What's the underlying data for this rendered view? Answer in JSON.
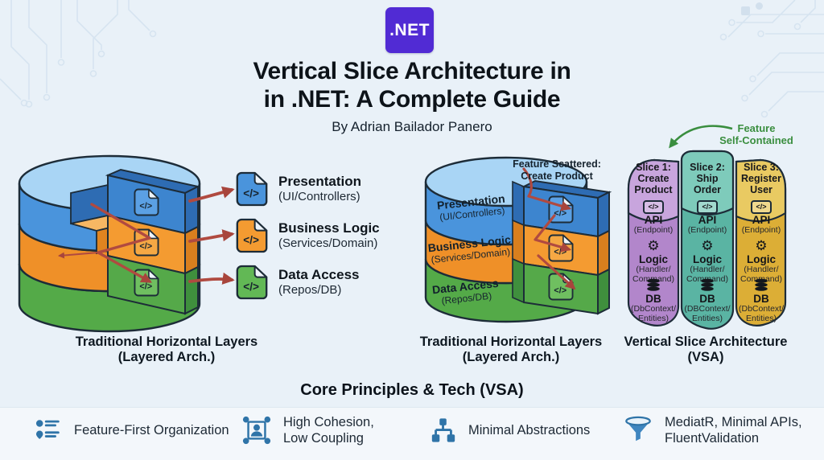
{
  "header": {
    "badge": ".NET",
    "title_line1": "Vertical Slice Architecture in",
    "title_line2": "in .NET: A Complete Guide",
    "byline": "By Adrian Bailador Panero"
  },
  "icons": {
    "code_glyph": "</>",
    "gear_glyph": "⚙"
  },
  "left_diagram": {
    "caption_line1": "Traditional Horizontal Layers",
    "caption_line2": "(Layered Arch.)"
  },
  "legend": {
    "items": [
      {
        "title": "Presentation",
        "subtitle": "(UI/Controllers)",
        "color": "#4a94dc"
      },
      {
        "title": "Business Logic",
        "subtitle": "(Services/Domain)",
        "color": "#f49b31"
      },
      {
        "title": "Data Access",
        "subtitle": "(Repos/DB)",
        "color": "#62b855"
      }
    ]
  },
  "middle_diagram": {
    "annotation_line1": "Feature Scattered:",
    "annotation_line2": "Create Product",
    "layers": [
      {
        "title": "Presentation",
        "subtitle": "(UI/Controllers)"
      },
      {
        "title": "Business Logic",
        "subtitle": "(Services/Domain)"
      },
      {
        "title": "Data Access",
        "subtitle": "(Repos/DB)"
      }
    ],
    "caption_line1": "Traditional Horizontal Layers",
    "caption_line2": "(Layered Arch.)"
  },
  "right_diagram": {
    "annotation_line1": "Feature",
    "annotation_line2": "Self-Contained",
    "slices": [
      {
        "title": "Slice 1:",
        "name": "Create Product",
        "api": "API",
        "api_sub": "(Endpoint)",
        "logic": "Logic",
        "logic_sub1": "(Handler/",
        "logic_sub2": "Command)",
        "db": "DB",
        "db_sub1": "(DbContext/",
        "db_sub2": "Entities)"
      },
      {
        "title": "Slice 2:",
        "name": "Ship Order",
        "api": "API",
        "api_sub": "(Endpoint)",
        "logic": "Logic",
        "logic_sub1": "(Handler/",
        "logic_sub2": "Command)",
        "db": "DB",
        "db_sub1": "(DBContext/",
        "db_sub2": "Entities)"
      },
      {
        "title": "Slice 3:",
        "name": "Register User",
        "api": "API",
        "api_sub": "(Endpoint)",
        "logic": "Logic",
        "logic_sub1": "(Handler/",
        "logic_sub2": "Command)",
        "db": "DB",
        "db_sub1": "(DbContext/",
        "db_sub2": "Entities)"
      }
    ],
    "caption_line1": "Vertical Slice Architecture",
    "caption_line2": "(VSA)"
  },
  "principles": {
    "heading": "Core Principles & Tech (VSA)",
    "items": [
      {
        "icon": "feature-list-icon",
        "label": "Feature-First Organization"
      },
      {
        "icon": "cohesion-icon",
        "label": "High Cohesion,\nLow Coupling"
      },
      {
        "icon": "tree-icon",
        "label": "Minimal Abstractions"
      },
      {
        "icon": "funnel-icon",
        "label": "MediatR, Minimal APIs,\nFluentValidation"
      }
    ]
  }
}
